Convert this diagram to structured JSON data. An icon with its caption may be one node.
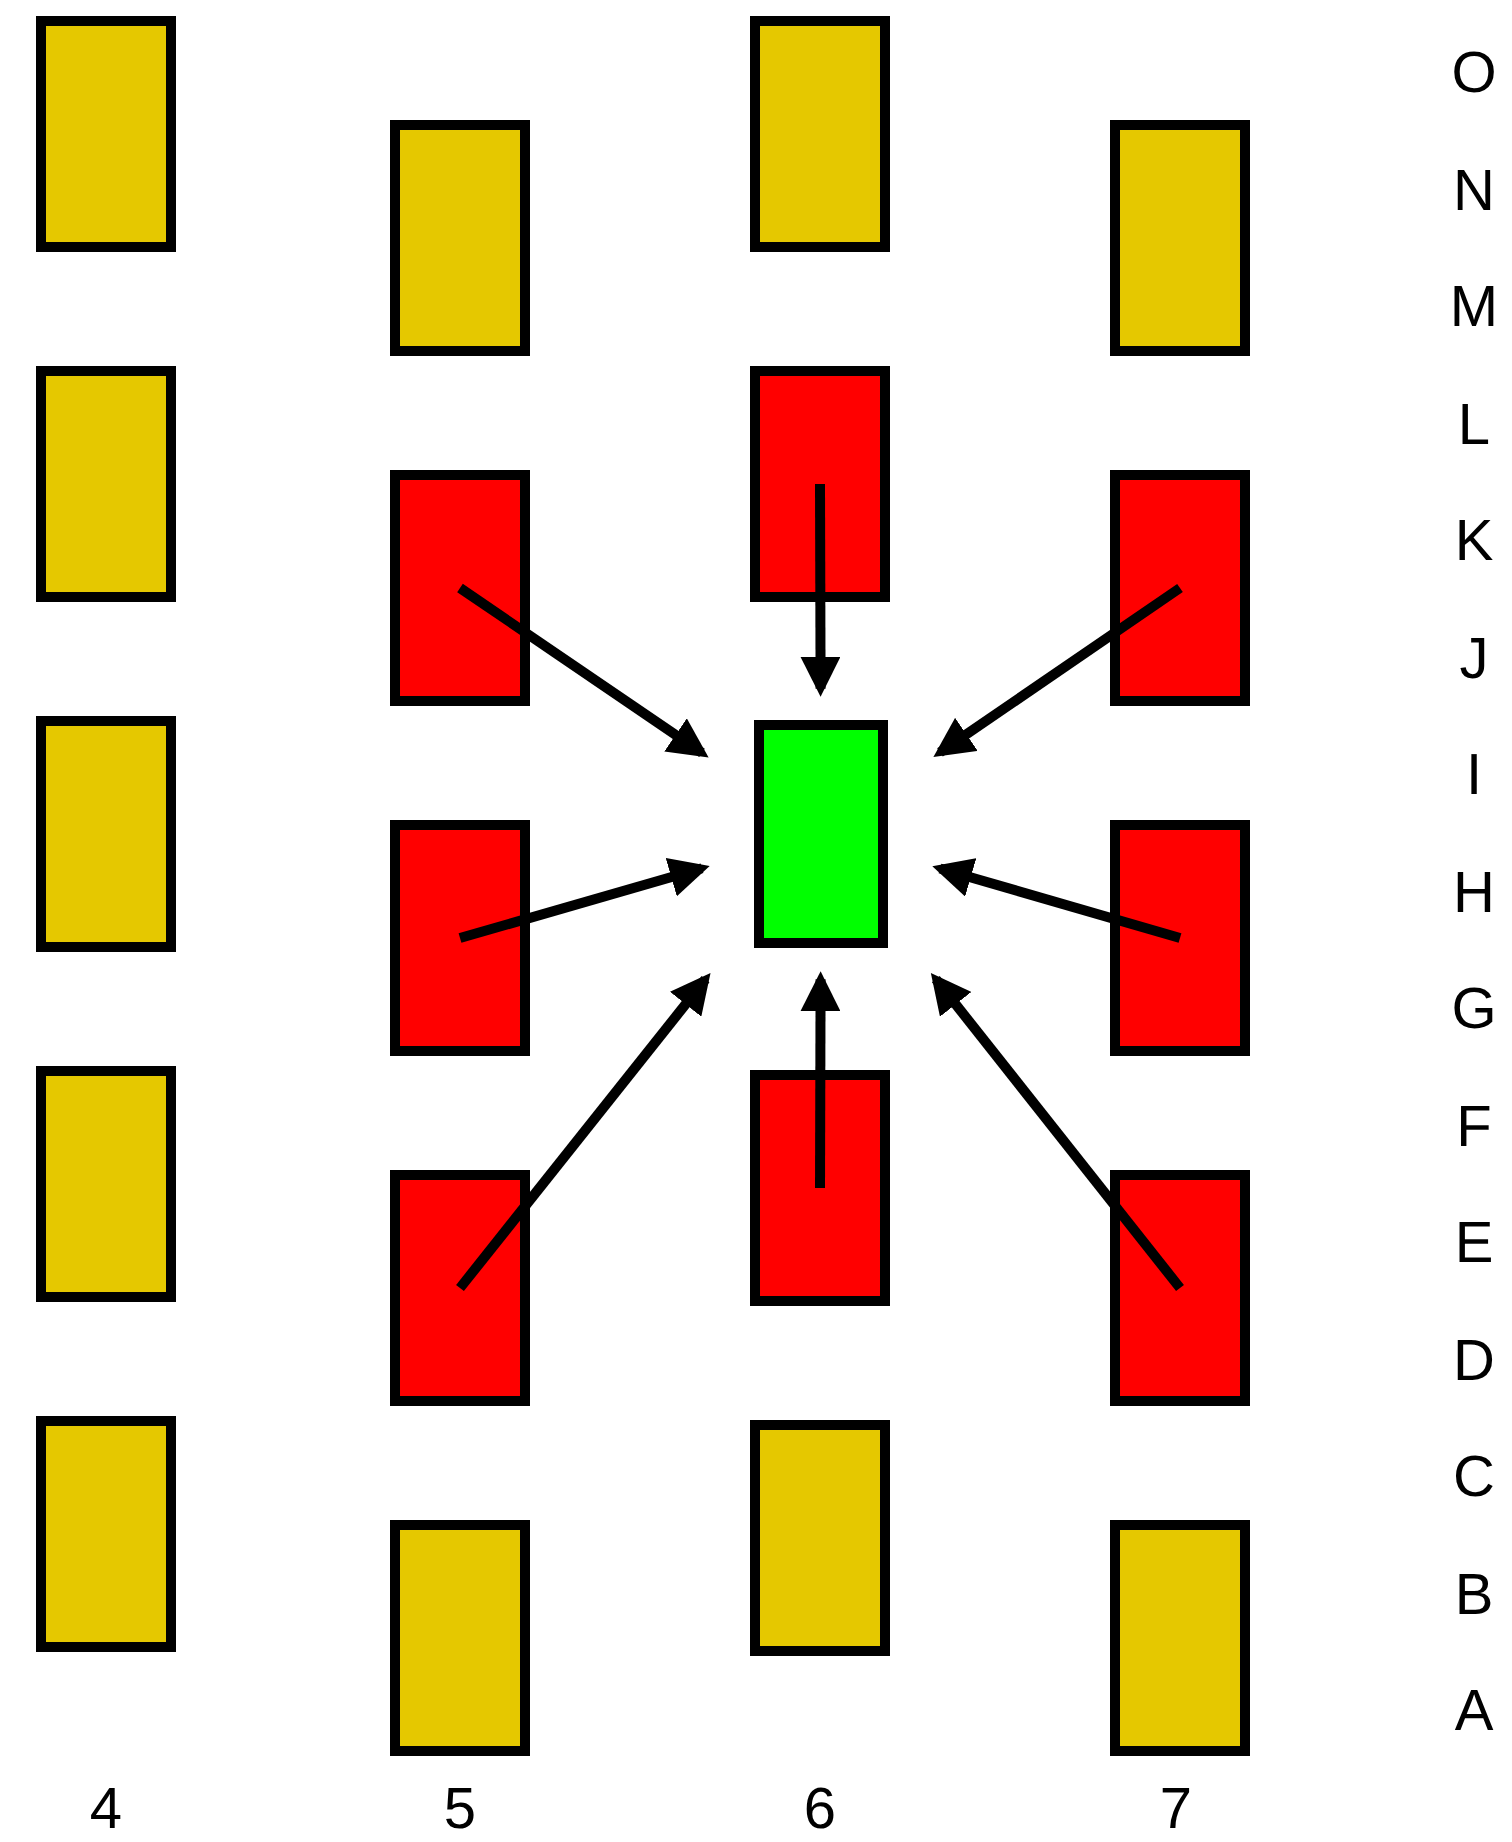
{
  "diagram": {
    "nodes": [
      {
        "text": [],
        "shape": "box"
      },
      {
        "text": [],
        "shape": "box"
      },
      {
        "text": [],
        "shape": "box"
      },
      {
        "text": [],
        "shape": "box"
      },
      {
        "text": [],
        "shape": "box"
      },
      {
        "text": [],
        "shape": "box"
      },
      {
        "text": [],
        "shape": "box"
      },
      {
        "text": [],
        "shape": "box"
      },
      {
        "text": [],
        "shape": "box"
      },
      {
        "text": [],
        "shape": "box"
      },
      {
        "text": [],
        "shape": "box"
      },
      {
        "text": [],
        "shape": "box"
      },
      {
        "text": [],
        "shape": "box"
      },
      {
        "text": [],
        "shape": "box"
      },
      {
        "text": [],
        "shape": "box"
      },
      {
        "text": [],
        "shape": "box"
      },
      {
        "text": [],
        "shape": "box"
      },
      {
        "text": [],
        "shape": "box"
      },
      {
        "text": [],
        "shape": "box"
      },
      {
        "text": [],
        "shape": "box"
      }
    ],
    "edges": [
      {
        "from": 6,
        "to": 12,
        "arrow": "to"
      },
      {
        "from": 7,
        "to": 12,
        "arrow": "to"
      },
      {
        "from": 8,
        "to": 12,
        "arrow": "to"
      },
      {
        "from": 11,
        "to": 12,
        "arrow": "to"
      },
      {
        "from": 13,
        "to": 12,
        "arrow": "to"
      },
      {
        "from": 16,
        "to": 12,
        "arrow": "to"
      },
      {
        "from": 17,
        "to": 12,
        "arrow": "to"
      },
      {
        "from": 18,
        "to": 12,
        "arrow": "to"
      }
    ],
    "labels": [
      "O",
      "N",
      "M",
      "L",
      "K",
      "J",
      "I",
      "H",
      "G",
      "F",
      "E",
      "D",
      "C",
      "B",
      "A",
      "4",
      "5",
      "6",
      "7"
    ]
  }
}
